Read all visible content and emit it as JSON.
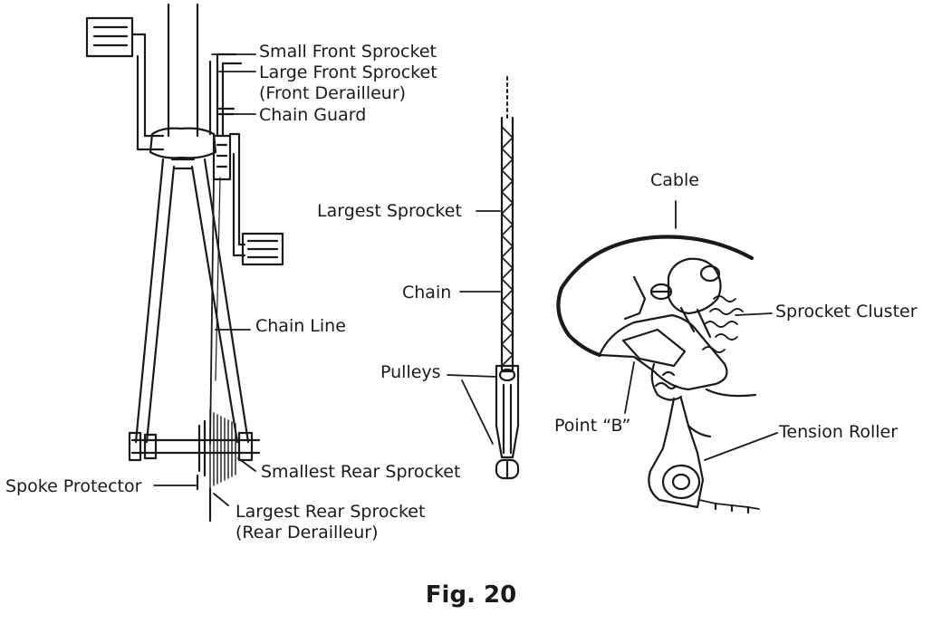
{
  "labels": {
    "small_front_sprocket": "Small Front Sprocket",
    "large_front_sprocket": "Large Front Sprocket",
    "front_derailleur": "(Front Derailleur)",
    "chain_guard": "Chain Guard",
    "chain_line": "Chain Line",
    "spoke_protector": "Spoke Protector",
    "smallest_rear_sprocket": "Smallest Rear Sprocket",
    "largest_rear_sprocket": "Largest Rear Sprocket",
    "rear_derailleur": "(Rear Derailleur)",
    "largest_sprocket": "Largest Sprocket",
    "chain": "Chain",
    "pulleys": "Pulleys",
    "cable": "Cable",
    "sprocket_cluster": "Sprocket Cluster",
    "point_b": "Point “B”",
    "tension_roller": "Tension Roller"
  },
  "caption": "Fig. 20",
  "colors": {
    "ink": "#1a1a1a",
    "background": "#ffffff"
  }
}
